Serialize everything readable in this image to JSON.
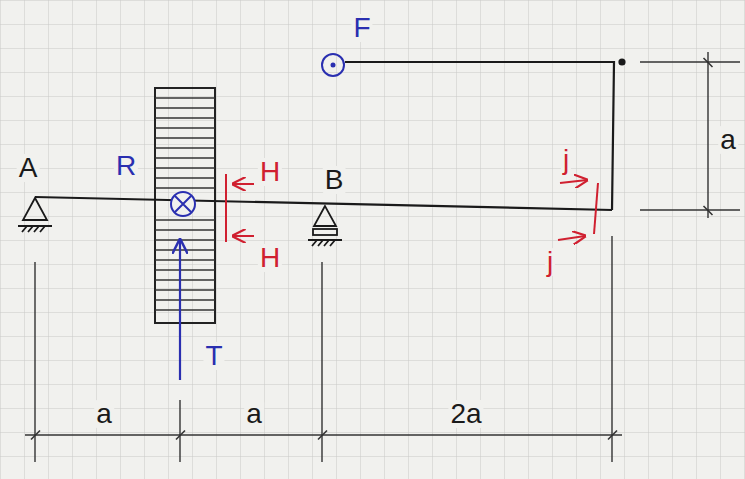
{
  "diagram": {
    "labels": [
      "A",
      "R",
      "H",
      "H",
      "B",
      "F",
      "j",
      "j",
      "a",
      "T",
      "a",
      "a",
      "2a"
    ]
  }
}
